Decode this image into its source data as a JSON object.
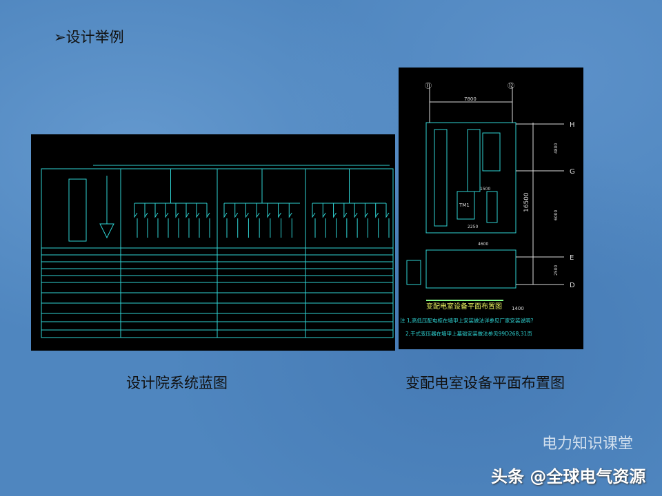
{
  "slide": {
    "title": "设计举例",
    "bullet_icon": "arrow-bullet-icon"
  },
  "left_figure": {
    "caption": "设计院系统蓝图"
  },
  "right_figure": {
    "caption": "变配电室设备平面布置图",
    "drawing_title": "变配电室设备平面布置图",
    "scale_note": "1400",
    "axis_labels": [
      "⑪",
      "⑫",
      "H",
      "G",
      "E",
      "D"
    ],
    "dimensions": [
      "7800",
      "16500",
      "4800",
      "6000",
      "2500",
      "1500",
      "2250",
      "4600"
    ],
    "equipment": [
      "TM1"
    ],
    "notes": [
      "注 1,高低压配电柜在墙甲上安装做法详参见厂家安装说明?",
      "2,干式变压器在墙甲上墓础安装做法参见99D268,31页"
    ]
  },
  "watermark": {
    "channel": "电力知识课堂",
    "source": "头条 @全球电气资源"
  },
  "colors": {
    "cad_line": "#2fd4d4",
    "cad_text": "#e8f060",
    "background": "#4f86bf"
  }
}
